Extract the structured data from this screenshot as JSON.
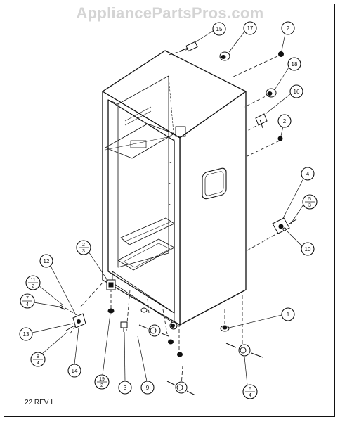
{
  "watermark": "AppliancePartsPros.com",
  "revision": "22 REV I",
  "callouts": {
    "c15": "15",
    "c17": "17",
    "c2a": "2",
    "c18": "18",
    "c16": "16",
    "c2b": "2",
    "c4": "4",
    "c10": "10",
    "c1": "1",
    "c12": "12",
    "c13": "13",
    "c14": "14",
    "c3": "3",
    "c9": "9",
    "f53": [
      "5",
      "3"
    ],
    "f23": [
      "2",
      "3"
    ],
    "f112": [
      "11",
      "2"
    ],
    "f74": [
      "7",
      "4"
    ],
    "f84": [
      "8",
      "4"
    ],
    "f192": [
      "19",
      "2"
    ],
    "f64": [
      "6",
      "4"
    ]
  }
}
